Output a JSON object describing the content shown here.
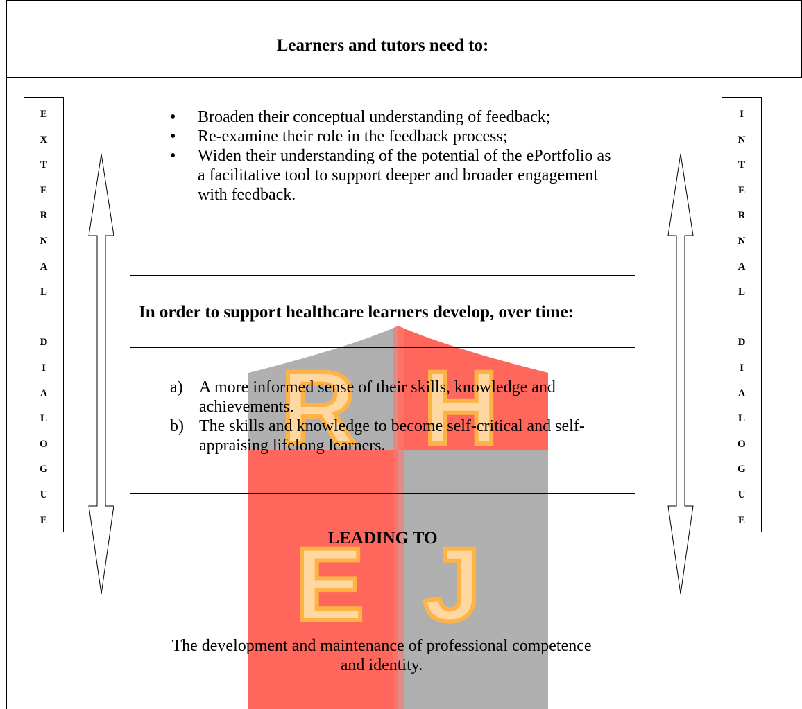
{
  "header": {
    "title": "Learners and tutors need to:"
  },
  "left_box": {
    "letters": [
      "E",
      "X",
      "T",
      "E",
      "R",
      "N",
      "A",
      "L",
      "",
      "D",
      "I",
      "A",
      "L",
      "O",
      "G",
      "U",
      "E"
    ]
  },
  "right_box": {
    "letters": [
      "I",
      "N",
      "T",
      "E",
      "R",
      "N",
      "A",
      "L",
      "",
      "D",
      "I",
      "A",
      "L",
      "O",
      "G",
      "U",
      "E"
    ]
  },
  "needs": {
    "bullet_char": "•",
    "items": [
      {
        "text": "Broaden their conceptual understanding of feedback;"
      },
      {
        "text": "Re-examine their role in the feedback process;"
      },
      {
        "text": "Widen their understanding of the potential of the ePortfolio as a facilitative tool to support deeper and broader engagement with feedback."
      }
    ]
  },
  "support": {
    "heading": "In order to support healthcare learners develop, over time:",
    "items": [
      {
        "marker": "a)",
        "text": "A more informed sense of their skills, knowledge and achievements."
      },
      {
        "marker": "b)",
        "text": "The skills and knowledge to become self-critical and self-appraising lifelong learners."
      }
    ]
  },
  "leading": {
    "text": "LEADING TO"
  },
  "outcome": {
    "text": "The development and maintenance of professional competence and identity."
  },
  "watermark": {
    "letters": [
      "R",
      "H",
      "E",
      "J"
    ],
    "colors": {
      "red": "#ff3b30",
      "gray": "#a8a8a8",
      "letter_fill": "#ff9900",
      "letter_inner": "#ffc888"
    }
  }
}
